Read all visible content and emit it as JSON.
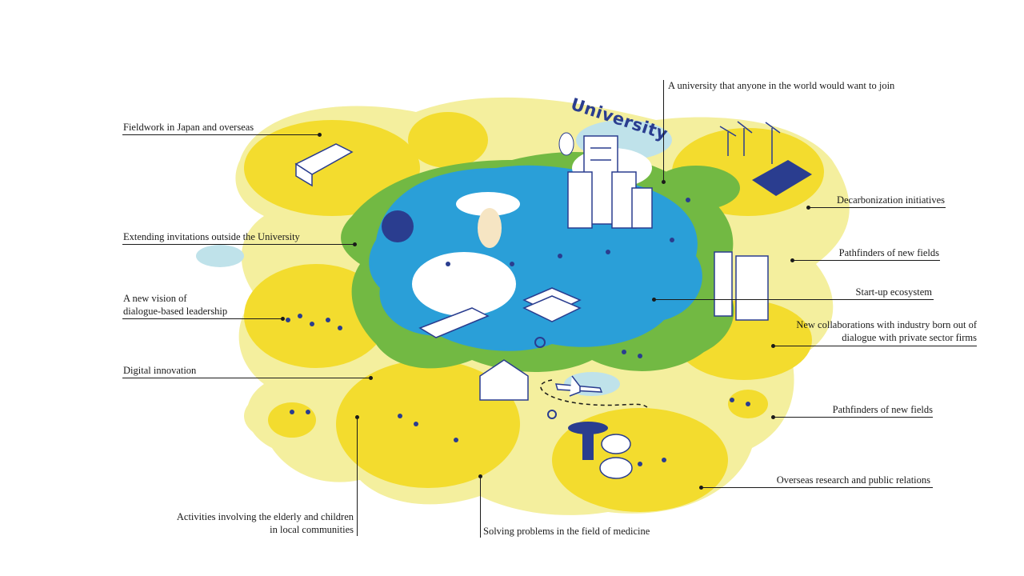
{
  "diagram": {
    "center_label": "University",
    "colors": {
      "yellow": "#f3dc2e",
      "pale_yellow": "#f4ef9e",
      "green": "#72b943",
      "blue": "#2a9fd8",
      "light_blue": "#bfe2ea",
      "ink": "#2a3d8f"
    },
    "callouts": {
      "fieldwork": "Fieldwork in Japan and overseas",
      "university_join": "A university that anyone in the world would want to join",
      "decarbonization": "Decarbonization initiatives",
      "extending_invitations": "Extending invitations outside the University",
      "pathfinders_top": "Pathfinders of new fields",
      "leadership_line1": "A new vision of",
      "leadership_line2": "dialogue-based leadership",
      "startup": "Start-up ecosystem",
      "collab_line1": "New collaborations with industry born out of",
      "collab_line2": "dialogue with private sector firms",
      "digital": "Digital innovation",
      "pathfinders_bottom": "Pathfinders of new fields",
      "overseas": "Overseas research and public relations",
      "elderly_line1": "Activities involving the elderly and children",
      "elderly_line2": "in local communities",
      "medicine": "Solving problems in the field of medicine"
    }
  }
}
